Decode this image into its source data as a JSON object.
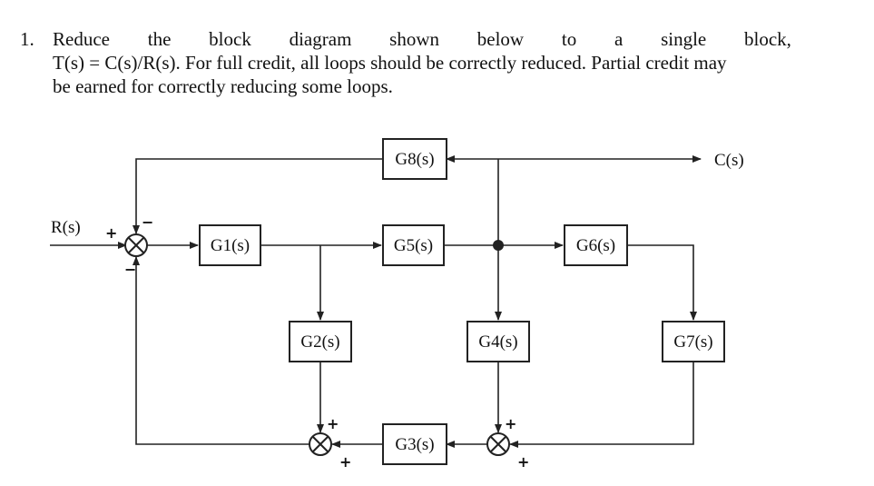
{
  "problem": {
    "number": "1.",
    "line1_words": [
      "Reduce",
      "the",
      "block",
      "diagram",
      "shown",
      "below",
      "to",
      "a",
      "single",
      "block,"
    ],
    "line2": "T(s) = C(s)/R(s). For full credit, all loops should be correctly reduced. Partial credit may",
    "line3": "be earned for correctly reducing some loops."
  },
  "diagram": {
    "blocks": {
      "g1": "G1(s)",
      "g2": "G2(s)",
      "g3": "G3(s)",
      "g4": "G4(s)",
      "g5": "G5(s)",
      "g6": "G6(s)",
      "g7": "G7(s)",
      "g8": "G8(s)"
    },
    "signals": {
      "input": "R(s)",
      "output": "C(s)"
    },
    "signs": {
      "main_input": "+",
      "main_top": "−",
      "main_bottom": "−",
      "sum_left_top": "+",
      "sum_left_bottom": "+",
      "sum_right_top": "+",
      "sum_right_bottom": "+"
    }
  }
}
